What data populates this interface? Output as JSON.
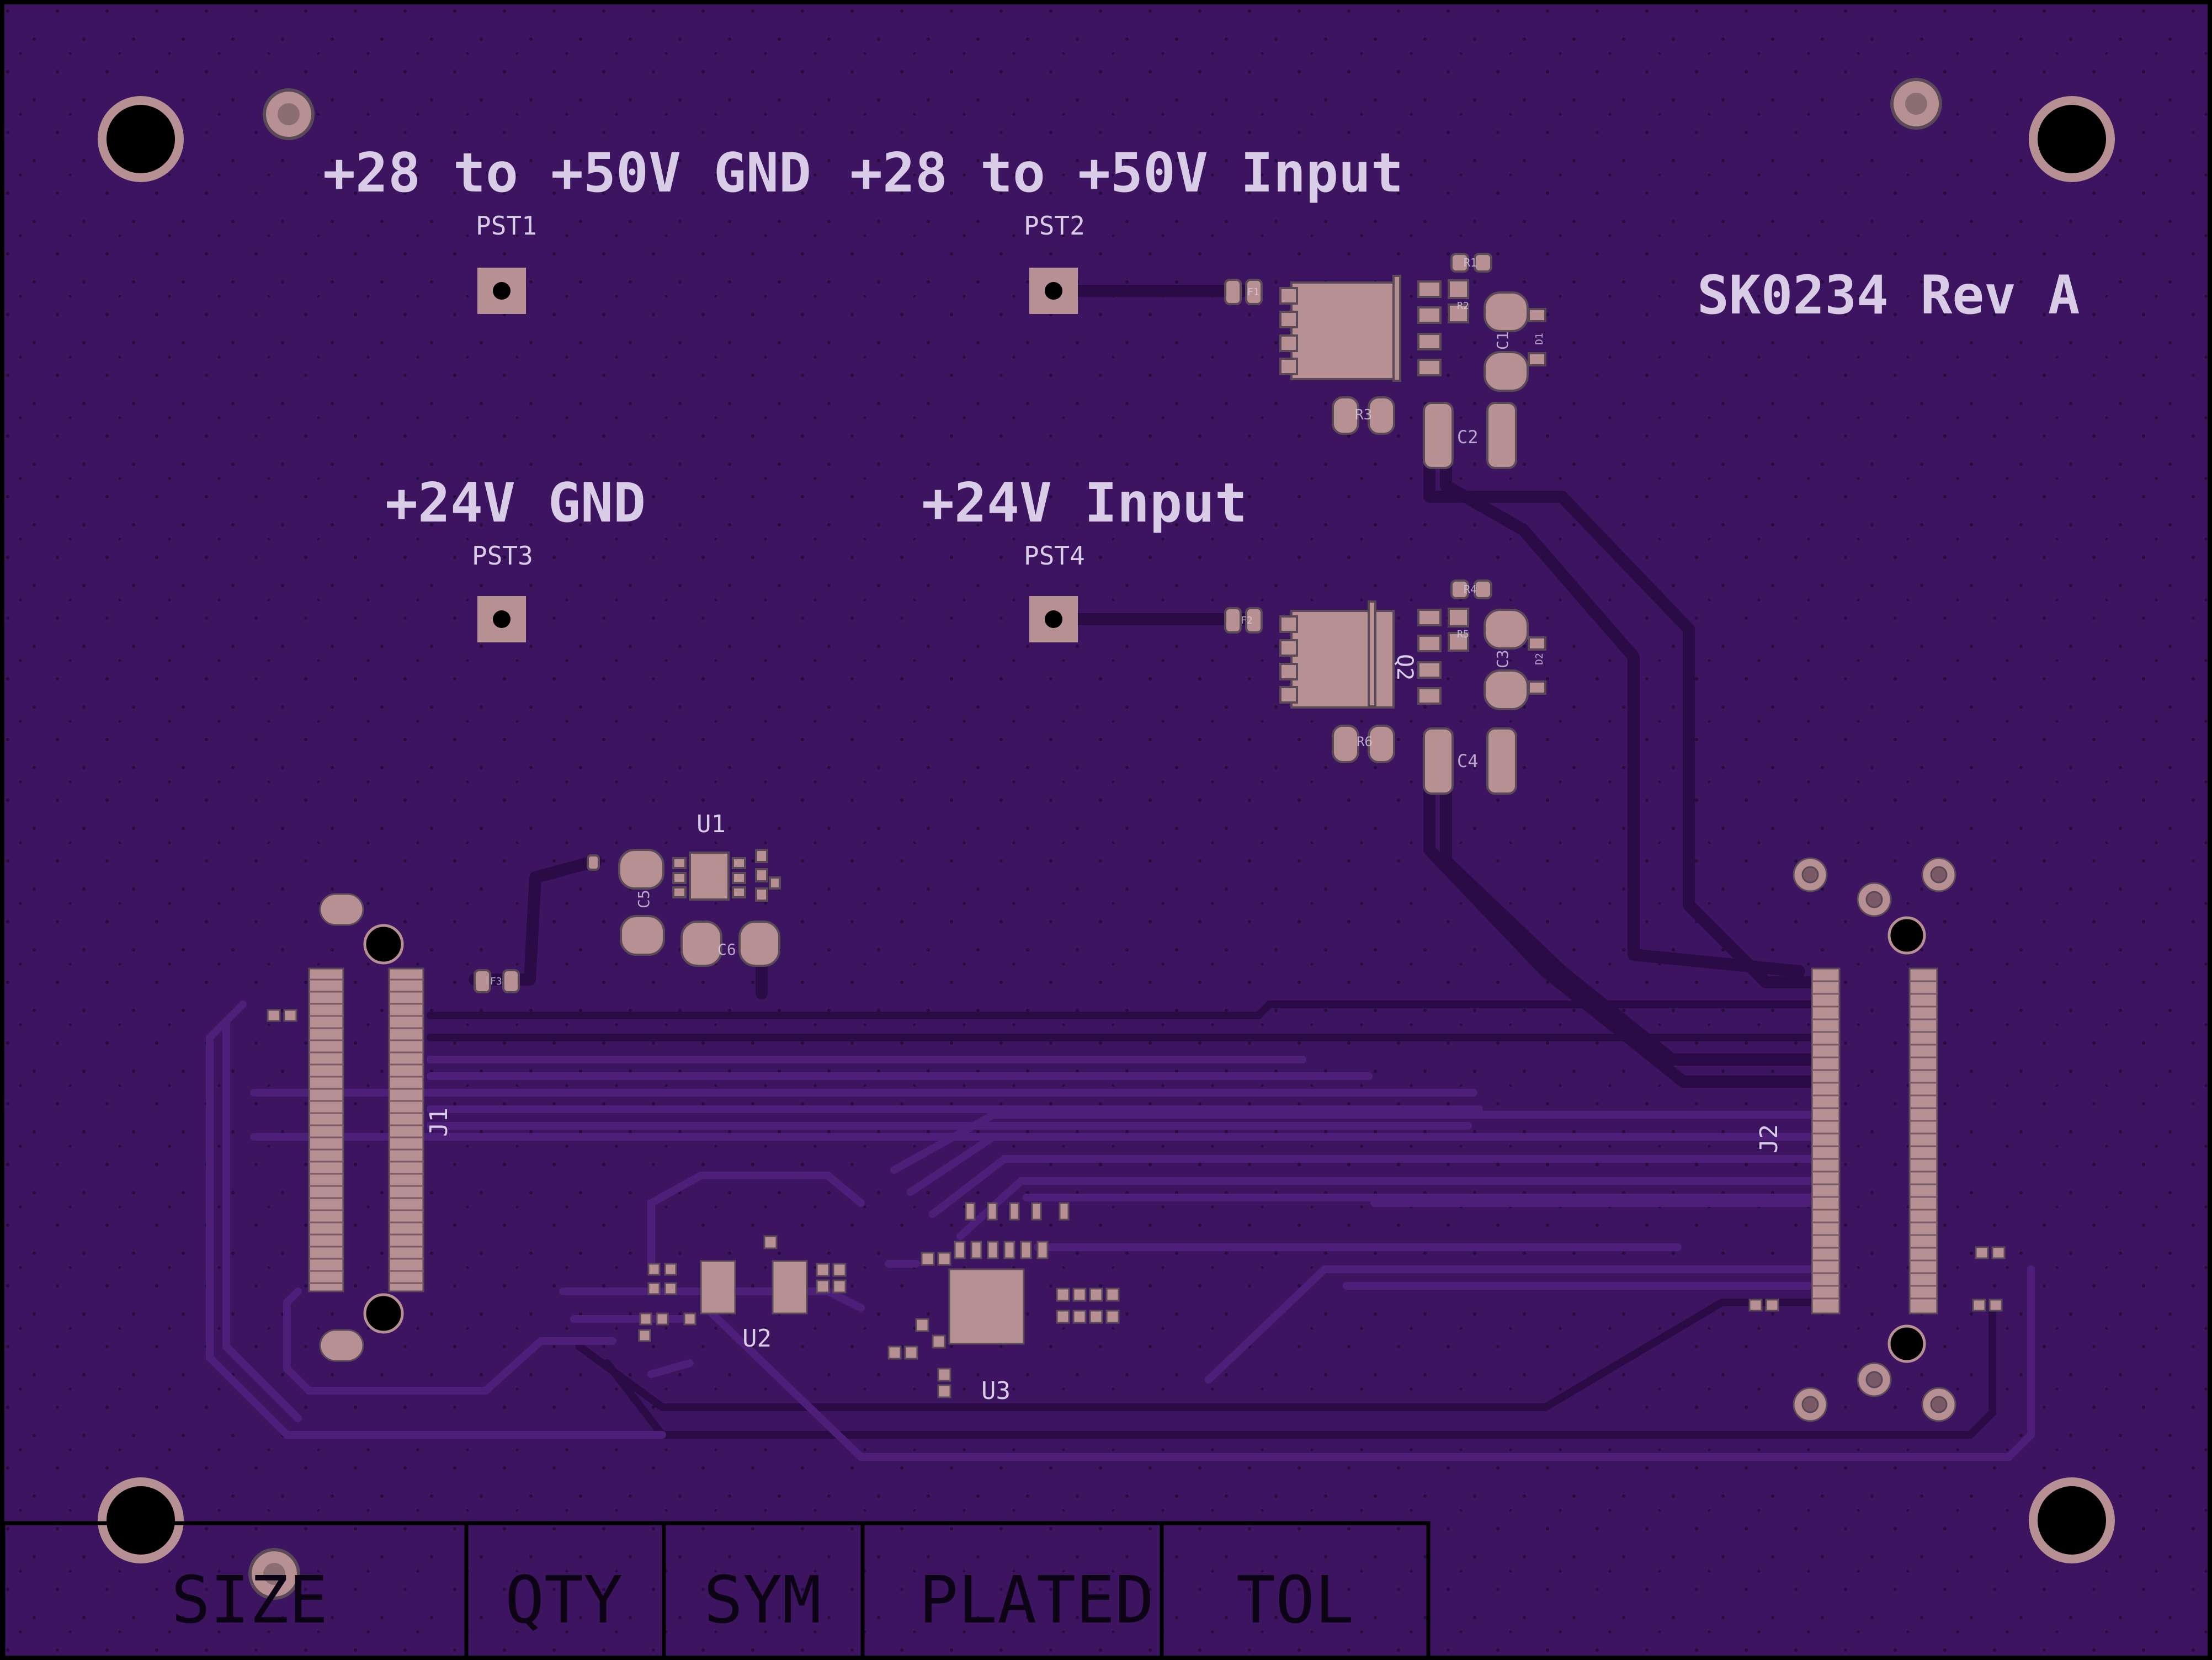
{
  "board": {
    "labels": {
      "gnd_50v": "+28 to +50V GND",
      "in_50v": "+28 to +50V Input",
      "gnd_24v": "+24V GND",
      "in_24v": "+24V Input",
      "revision": "SK0234 Rev A"
    },
    "refdes": {
      "pst1": "PST1",
      "pst2": "PST2",
      "pst3": "PST3",
      "pst4": "PST4",
      "u1": "U1",
      "u2": "U2",
      "u3": "U3",
      "j1": "J1",
      "j2": "J2",
      "c1": "C1",
      "c2": "C2",
      "c3": "C3",
      "c4": "C4",
      "c5": "C5",
      "c6": "C6",
      "r1": "R1",
      "r2": "R2",
      "r3": "R3",
      "r4": "R4",
      "r5": "R5",
      "r6": "R6",
      "f1": "F1",
      "f2": "F2",
      "f3": "F3",
      "d1": "D1",
      "d2": "D2",
      "q2": "Q2"
    },
    "drill_table": {
      "headers": [
        "SIZE",
        "QTY",
        "SYM",
        "PLATED",
        "TOL"
      ]
    }
  },
  "colors": {
    "board": "#3c1460",
    "trace": "#4e1f78",
    "trace_edge": "#2a0b46",
    "copper": "#b79093",
    "silkscreen": "#d9cce6",
    "hole": "#000000",
    "outline": "#000000"
  }
}
